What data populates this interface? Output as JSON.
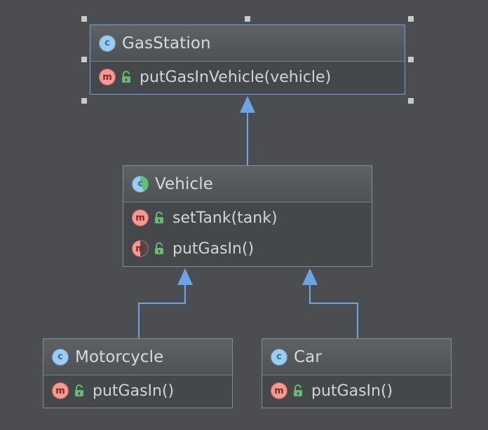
{
  "diagram": {
    "colors": {
      "background": "#4b4d50",
      "node_fill": "#45484b",
      "node_border": "#8a8c8f",
      "selected_border": "#6aa5e8",
      "arrow": "#6aa5e8",
      "class_icon": "#9ccdf0",
      "method_icon": "#f59a93",
      "lock_icon": "#67b873"
    },
    "nodes": [
      {
        "id": "gasstation",
        "icon": "class-icon",
        "title": "GasStation",
        "selected": true,
        "members": [
          {
            "icon": "method-icon",
            "visibility": "public-lock-icon",
            "label": "putGasInVehicle(vehicle)"
          }
        ]
      },
      {
        "id": "vehicle",
        "icon": "abstract-class-icon",
        "title": "Vehicle",
        "selected": false,
        "members": [
          {
            "icon": "method-icon",
            "visibility": "public-lock-icon",
            "label": "setTank(tank)"
          },
          {
            "icon": "abstract-method-icon",
            "visibility": "public-lock-icon",
            "label": "putGasIn()"
          }
        ]
      },
      {
        "id": "motorcycle",
        "icon": "class-icon",
        "title": "Motorcycle",
        "selected": false,
        "members": [
          {
            "icon": "method-icon",
            "visibility": "public-lock-icon",
            "label": "putGasIn()"
          }
        ]
      },
      {
        "id": "car",
        "icon": "class-icon",
        "title": "Car",
        "selected": false,
        "members": [
          {
            "icon": "method-icon",
            "visibility": "public-lock-icon",
            "label": "putGasIn()"
          }
        ]
      }
    ],
    "edges": [
      {
        "from": "vehicle",
        "to": "gasstation",
        "type": "inheritance-arrow"
      },
      {
        "from": "motorcycle",
        "to": "vehicle",
        "type": "inheritance-arrow"
      },
      {
        "from": "car",
        "to": "vehicle",
        "type": "inheritance-arrow"
      }
    ]
  }
}
